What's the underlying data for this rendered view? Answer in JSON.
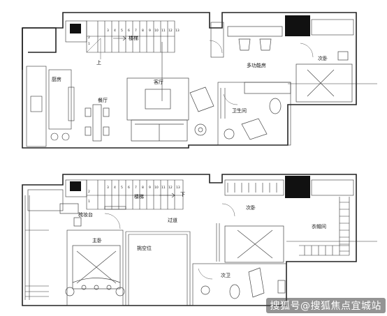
{
  "upper_floor": {
    "stairs_label": "楼梯",
    "up_label": "上",
    "stair_steps": [
      "1",
      "2",
      "3",
      "4",
      "5",
      "6",
      "7",
      "8",
      "9",
      "10",
      "11",
      "12",
      "13"
    ],
    "kitchen": "厨房",
    "dining": "餐厅",
    "living": "客厅",
    "multi_room": "多功能房",
    "bedroom": "次卧",
    "bathroom": "卫生间"
  },
  "lower_floor": {
    "stairs_label": "楼梯",
    "down_label": "下",
    "stair_steps": [
      "1",
      "2",
      "3",
      "4",
      "5",
      "6",
      "7",
      "8",
      "9",
      "10",
      "11",
      "12",
      "13"
    ],
    "vanity": "梳妆台",
    "corridor": "过道",
    "master_bedroom": "主卧",
    "void": "挑空位",
    "second_bedroom": "次卧",
    "closet": "衣帽间",
    "second_bath": "次卫"
  },
  "watermark": "搜狐号@搜狐焦点宜城站",
  "colors": {
    "line": "#222222",
    "fill": "#111111",
    "paper": "#ffffff"
  }
}
